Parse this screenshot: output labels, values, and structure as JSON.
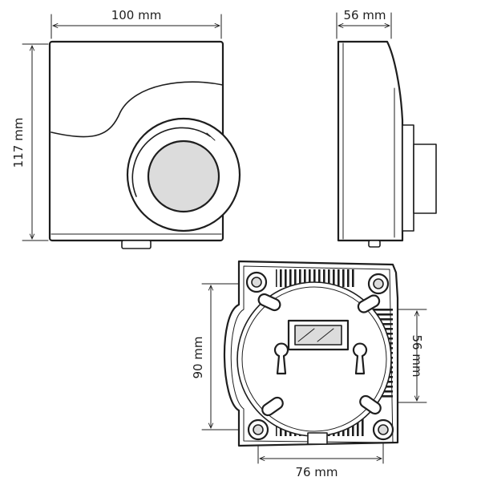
{
  "dimensions": {
    "front_width": "100 mm",
    "front_height": "117 mm",
    "side_depth": "56 mm",
    "back_height": "90 mm",
    "back_inner_height": "56 mm",
    "back_width": "76 mm"
  },
  "icons": {
    "arrow": "arrowhead-icon",
    "mount_hole": "mounting-hole-icon",
    "keyhole": "keyhole-slot-icon"
  }
}
